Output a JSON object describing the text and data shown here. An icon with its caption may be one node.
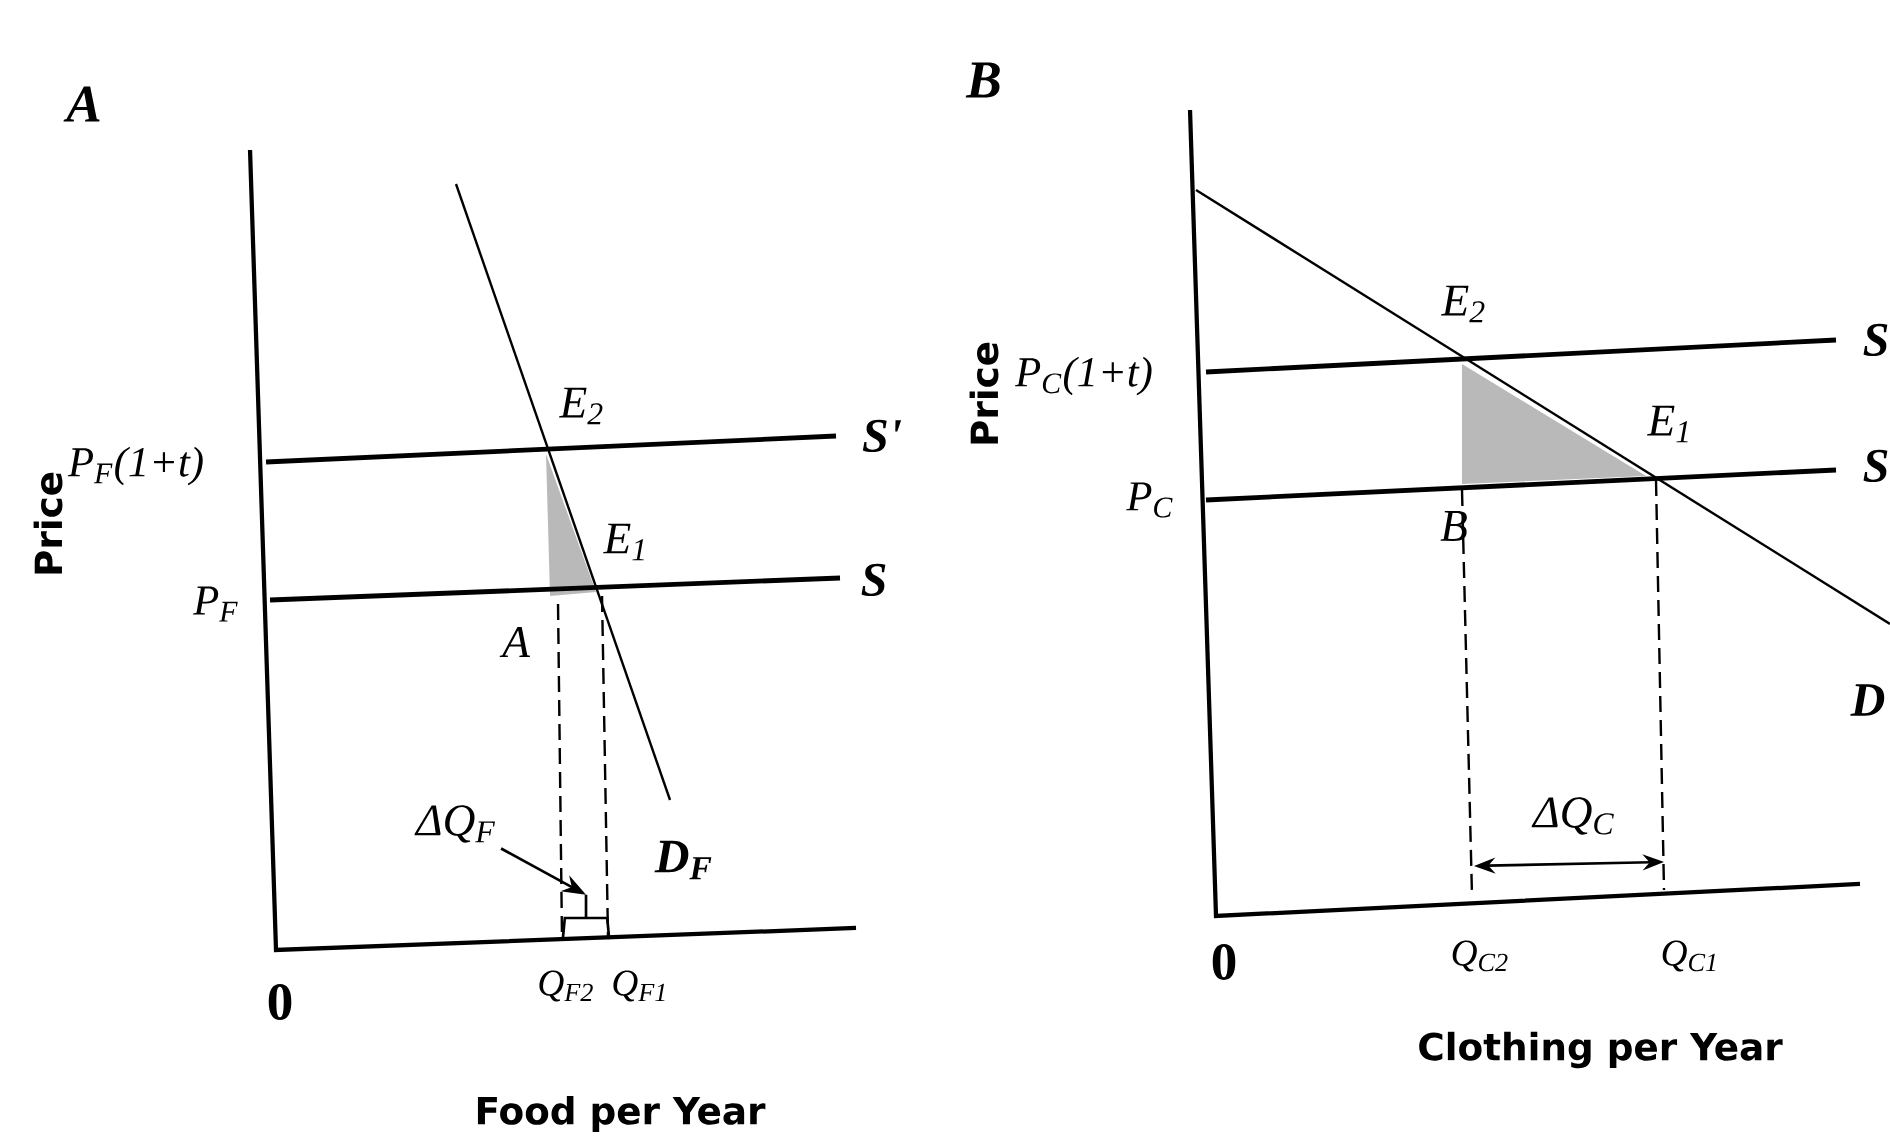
{
  "diagram": {
    "nodes": [
      {
        "text": [
          "ΔQ$_{F}$"
        ]
      },
      {
        "text": [],
        "shape": "bar"
      }
    ],
    "edges": [
      {
        "from": 0,
        "to": 1,
        "arrow": "to"
      }
    ],
    "labels": [
      "A",
      "B",
      "Price",
      "P$_{F}$(1+t)",
      "E$_{2}$",
      "S'",
      "E$_{1}$",
      "S",
      "P$_{F}$",
      "A",
      "D$_{F}$",
      "Q$_{F2}$",
      "Q$_{F1}$",
      "0",
      "Food per Year",
      "Price",
      "P$_{C}$(1+t)",
      "E$_{2}$",
      "S",
      "E$_{1}$",
      "S",
      "P$_{C}$",
      "B",
      "D",
      "ΔQ$_{C}$",
      "Q$_{C2}$",
      "Q$_{C1}$",
      "0",
      "Clothing per Year"
    ]
  }
}
